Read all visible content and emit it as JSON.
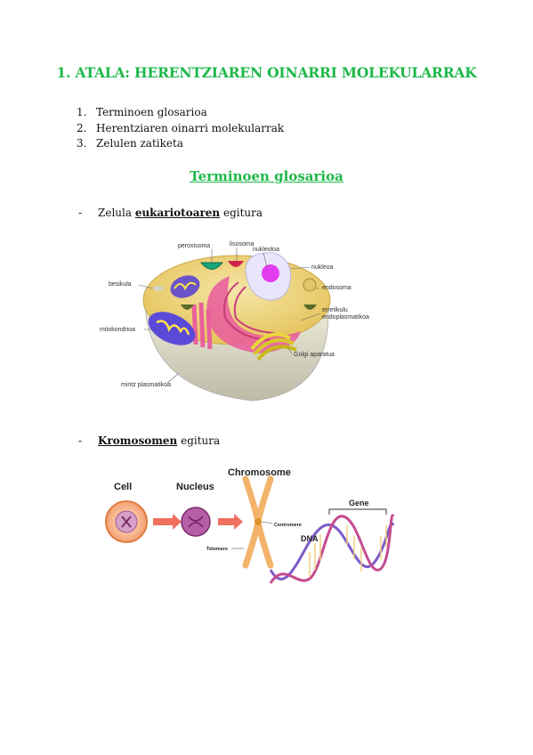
{
  "title": "1. ATALA: HERENTZIAREN OINARRI MOLEKULARRAK",
  "toc": [
    {
      "num": "1.",
      "text": "Terminoen glosarioa"
    },
    {
      "num": "2.",
      "text": "Herentziaren oinarri molekularrak"
    },
    {
      "num": "3.",
      "text": "Zelulen zatiketa"
    }
  ],
  "section_title": "Terminoen glosarioa",
  "bullet1": {
    "dash": "-",
    "before": "Zelula ",
    "bold": "eukariotoaren",
    "after": " egitura"
  },
  "bullet2": {
    "dash": "-",
    "bold": "Kromosomen",
    "after": " egitura"
  },
  "cell_labels": {
    "peroxisoma": "peroxisoma",
    "lisosoma": "lisosoma",
    "nukleoloa": "nukleoloa",
    "nukleoa": "nukleoa",
    "besikula": "besikula",
    "endosoma": "endosoma",
    "erretikulu1": "erretikulu",
    "erretikulu2": "endoplasmatikoa",
    "mitokondrioa": "mitokondrioa",
    "golgi": "Golgi aparatua",
    "mintz": "mintz plasmatikoa"
  },
  "chrom_labels": {
    "cell": "Cell",
    "nucleus": "Nucleus",
    "chromosome": "Chromosome",
    "centromere": "Centromere",
    "telomere": "Telomere",
    "dna": "DNA",
    "gene": "Gene"
  },
  "colors": {
    "green": "#1eb84a"
  }
}
